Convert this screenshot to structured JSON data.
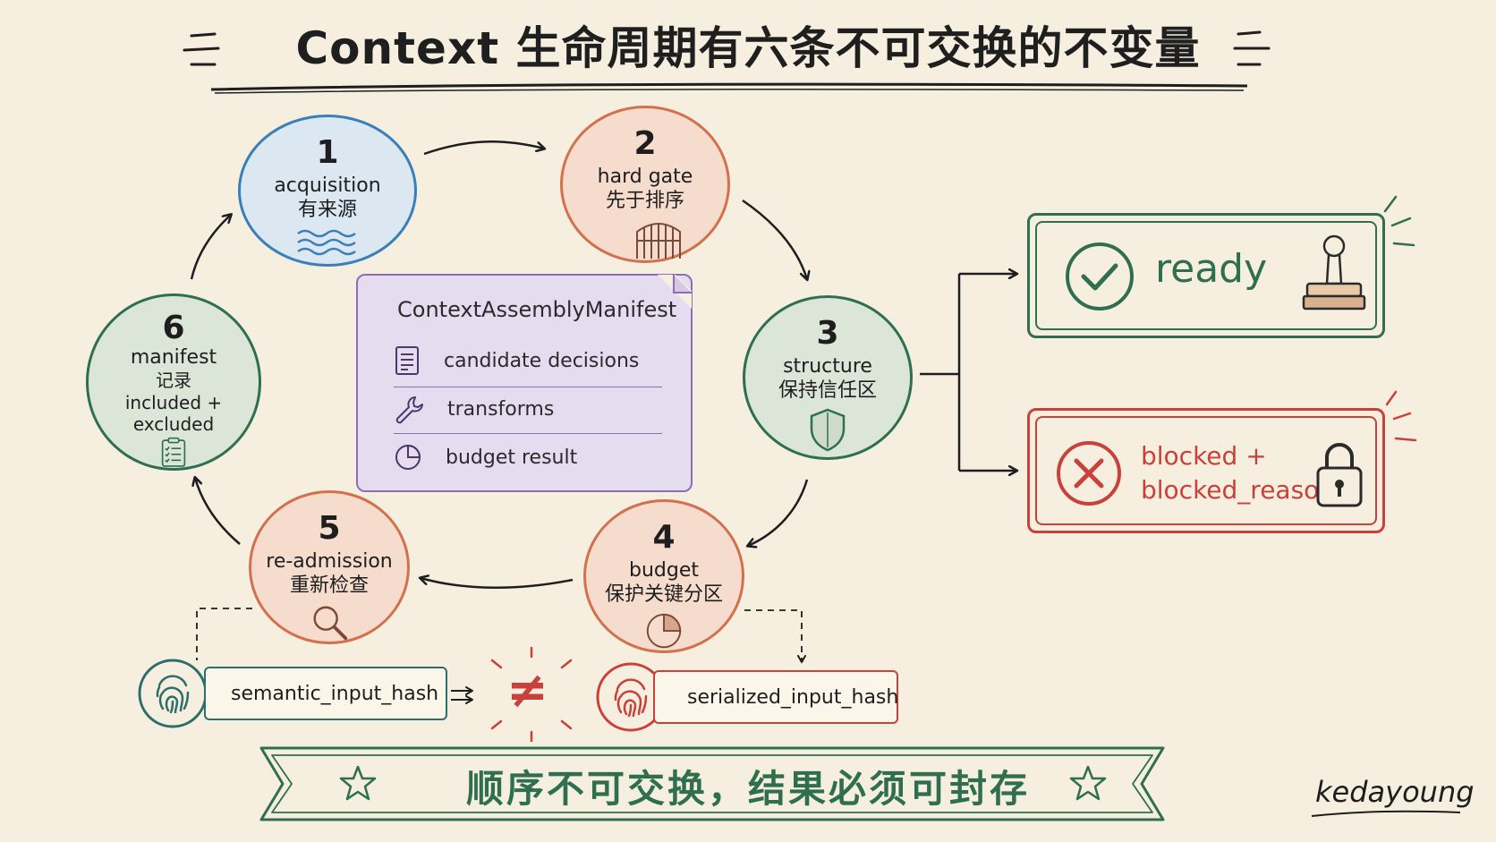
{
  "title": "Context 生命周期有六条不可交换的不变量",
  "steps": [
    {
      "number": "1",
      "en": "acquisition",
      "zh": "有来源",
      "color": "#3b7fb8"
    },
    {
      "number": "2",
      "en": "hard gate",
      "zh": "先于排序",
      "color": "#d2714d"
    },
    {
      "number": "3",
      "en": "structure",
      "zh": "保持信任区",
      "color": "#2f6f4f"
    },
    {
      "number": "4",
      "en": "budget",
      "zh": "保护关键分区",
      "color": "#d2714d"
    },
    {
      "number": "5",
      "en": "re-admission",
      "zh": "重新检查",
      "color": "#d2714d"
    },
    {
      "number": "6",
      "en": "manifest",
      "zh": "记录",
      "extra1": "included +",
      "extra2": "excluded",
      "color": "#2f6f4f"
    }
  ],
  "manifest": {
    "title": "ContextAssemblyManifest",
    "items": [
      "candidate decisions",
      "transforms",
      "budget result"
    ]
  },
  "outcomes": {
    "ready": "ready",
    "blocked_line1": "blocked +",
    "blocked_line2": "blocked_reason"
  },
  "hashes": {
    "semantic": "semantic_input_hash",
    "serialized": "serialized_input_hash",
    "neq": "≠"
  },
  "banner": "顺序不可交换，结果必须可封存",
  "signature": "kedayoung",
  "colors": {
    "background": "#f6efe0",
    "blue": "#3b7fb8",
    "orange": "#d2714d",
    "green": "#2f6f4f",
    "red": "#c8413a",
    "purple": "#8a6fb5",
    "teal": "#2e6e6a"
  }
}
